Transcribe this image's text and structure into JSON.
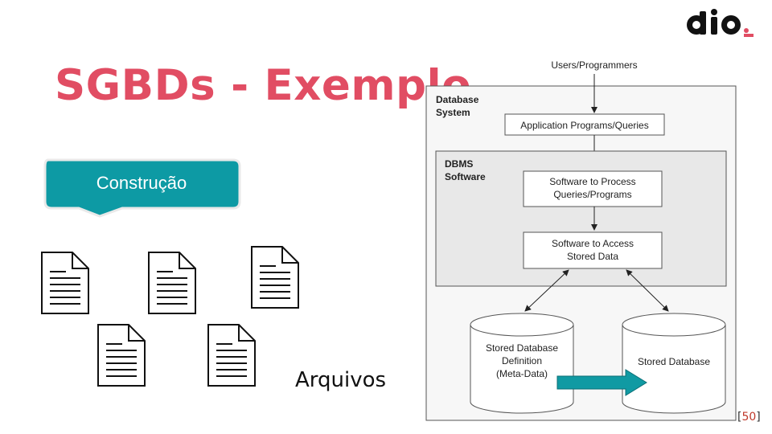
{
  "slide": {
    "title": "SGBDs - Exemplo",
    "callout_label": "Construção",
    "files_label": "Arquivos",
    "page_number": "50",
    "page_open": "[",
    "page_close": "]"
  },
  "logo": {
    "text": "dio"
  },
  "colors": {
    "title": "#e14d63",
    "callout": "#0d9aa4",
    "arrow": "#109aa3",
    "dbms_fill": "#e8e8e8"
  },
  "diagram": {
    "users_label": "Users/Programmers",
    "database_system_label_line1": "Database",
    "database_system_label_line2": "System",
    "app_programs_label": "Application Programs/Queries",
    "dbms_label_line1": "DBMS",
    "dbms_label_line2": "Software",
    "process_line1": "Software to Process",
    "process_line2": "Queries/Programs",
    "access_line1": "Software to Access",
    "access_line2": "Stored Data",
    "catalog_line1": "Stored Database",
    "catalog_line2": "Definition",
    "catalog_line3": "(Meta-Data)",
    "stored_db_label": "Stored Database"
  }
}
